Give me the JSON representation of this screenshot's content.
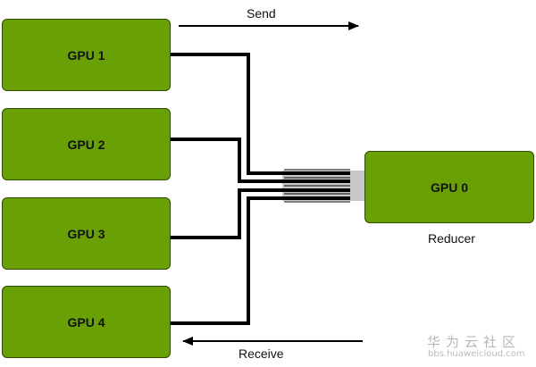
{
  "diagram": {
    "send_label": "Send",
    "receive_label": "Receive",
    "reducer_label": "Reducer",
    "nodes": [
      {
        "id": "gpu1",
        "label": "GPU 1"
      },
      {
        "id": "gpu2",
        "label": "GPU 2"
      },
      {
        "id": "gpu3",
        "label": "GPU 3"
      },
      {
        "id": "gpu4",
        "label": "GPU 4"
      },
      {
        "id": "gpu0",
        "label": "GPU 0"
      }
    ],
    "edges": [
      {
        "from": "gpu1",
        "to": "gpu0"
      },
      {
        "from": "gpu2",
        "to": "gpu0"
      },
      {
        "from": "gpu3",
        "to": "gpu0"
      },
      {
        "from": "gpu4",
        "to": "gpu0"
      }
    ]
  },
  "watermark": {
    "name": "华为云社区",
    "url": "bbs.huaweicloud.com"
  },
  "colors": {
    "box_fill": "#69a005",
    "box_border": "#2e4a03",
    "wire": "#000000",
    "connector": "#c8c8c8"
  }
}
